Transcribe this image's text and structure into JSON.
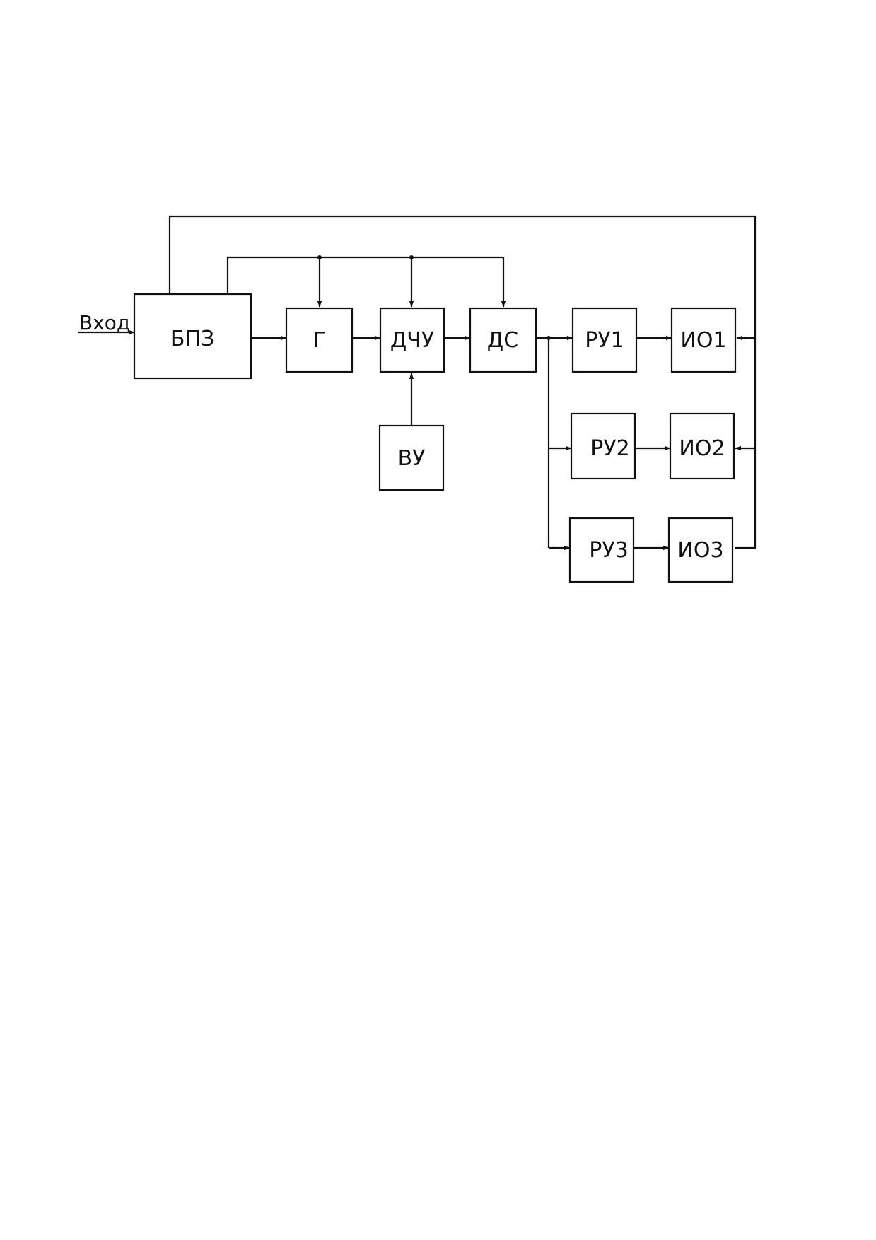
{
  "input_label": "Вход",
  "blocks": {
    "bpz": "БПЗ",
    "g": "Г",
    "dchu": "ДЧУ",
    "ds": "ДС",
    "vu": "ВУ",
    "ru1": "РУ1",
    "io1": "ИО1",
    "ru2": "РУ2",
    "io2": "ИО2",
    "ru3": "РУ3",
    "io3": "ИО3"
  },
  "colors": {
    "line": "#111111",
    "background": "#ffffff"
  }
}
